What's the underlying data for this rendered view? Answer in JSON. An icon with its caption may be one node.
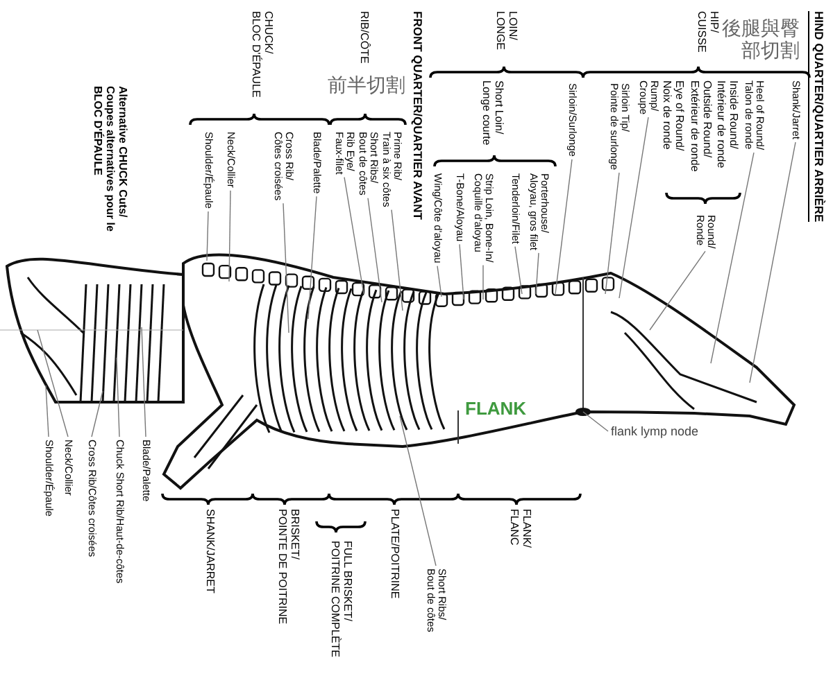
{
  "diagram": {
    "nodes": [
      {
        "text": [
          "Shoulder/Épaule"
        ]
      },
      {
        "text": [
          "Neck/Collier"
        ]
      },
      {
        "text": [
          "Cross Rib/ Côtes croisées"
        ]
      },
      {
        "text": [
          "Blade/Palette"
        ]
      },
      {
        "text": [
          "Rib Eye/ Faux-filet"
        ]
      },
      {
        "text": [
          "Short Ribs/ Bout de côtes"
        ]
      },
      {
        "text": [
          "Prime Rib/ Train à six côtes"
        ]
      },
      {
        "text": [
          "Wing/Côte d'aloyau"
        ]
      },
      {
        "text": [
          "T-Bone/Aloyau"
        ]
      },
      {
        "text": [
          "Strip Loin, Bone-In/ Coquille d'aloyau"
        ]
      },
      {
        "text": [
          "Tenderloin/Filet"
        ]
      },
      {
        "text": [
          "Porterhouse/ Aloyau, gros filet"
        ]
      },
      {
        "text": [
          "Sirloin/Surlonge"
        ]
      },
      {
        "text": [
          "Sirloin Tip/ Pointe de surlonge"
        ]
      },
      {
        "text": [
          "Rump/ Croupe"
        ]
      },
      {
        "text": [
          "Heel of Round/ Talon de ronde"
        ]
      },
      {
        "text": [
          "Shank/Jarret"
        ]
      },
      {
        "text": [
          "Round/ Ronde"
        ]
      },
      {
        "text": [
          "Shoulder/Épaule"
        ]
      },
      {
        "text": [
          "Neck/Collier"
        ]
      },
      {
        "text": [
          "Cross Rib/Côtes croisées"
        ]
      },
      {
        "text": [
          "Chuck Short Rib/Haut-de-côtes"
        ]
      },
      {
        "text": [
          "Blade/Palette"
        ]
      },
      {
        "text": [
          "Short Ribs/ Bout de côtes"
        ]
      },
      {
        "text": [
          "flank lymp node"
        ]
      }
    ],
    "edges": [
      {
        "from": 0,
        "to": null,
        "arrow": "none"
      },
      {
        "from": 1,
        "to": null,
        "arrow": "none"
      },
      {
        "from": 2,
        "to": null,
        "arrow": "none"
      },
      {
        "from": 3,
        "to": null,
        "arrow": "none"
      },
      {
        "from": 4,
        "to": null,
        "arrow": "none"
      },
      {
        "from": 5,
        "to": null,
        "arrow": "none"
      },
      {
        "from": 6,
        "to": null,
        "arrow": "none"
      },
      {
        "from": 7,
        "to": null,
        "arrow": "none"
      },
      {
        "from": 8,
        "to": null,
        "arrow": "none"
      },
      {
        "from": 9,
        "to": null,
        "arrow": "none"
      },
      {
        "from": 10,
        "to": null,
        "arrow": "none"
      },
      {
        "from": 11,
        "to": null,
        "arrow": "none"
      },
      {
        "from": 12,
        "to": null,
        "arrow": "none"
      },
      {
        "from": 13,
        "to": null,
        "arrow": "none"
      },
      {
        "from": 14,
        "to": null,
        "arrow": "none"
      },
      {
        "from": 15,
        "to": null,
        "arrow": "none"
      },
      {
        "from": 16,
        "to": null,
        "arrow": "none"
      },
      {
        "from": 17,
        "to": null,
        "arrow": "none"
      },
      {
        "from": 18,
        "to": null,
        "arrow": "none"
      },
      {
        "from": 19,
        "to": null,
        "arrow": "none"
      },
      {
        "from": 20,
        "to": null,
        "arrow": "none"
      },
      {
        "from": 21,
        "to": null,
        "arrow": "none"
      },
      {
        "from": 22,
        "to": null,
        "arrow": "none"
      },
      {
        "from": 23,
        "to": null,
        "arrow": "none"
      },
      {
        "from": 24,
        "to": null,
        "arrow": "none"
      }
    ],
    "labels": [
      "Alternative CHUCK Cuts/ Coupes alternatives pour le BLOC D'ÉPAULE",
      "CHUCK/ BLOC D'ÉPAULE",
      "RIB/CÔTE",
      "前半切割",
      "FRONT QUARTER/QUARTIER AVANT",
      "LOIN/ LONGE",
      "Short Loin/ Longe courte",
      "HIP/ CUISSE",
      "後腿與臀部切割",
      "HIND QUARTER/QUARTIER ARRIÈRE",
      "Eye of Round/ Noix de ronde",
      "Outside Round/ Extérieur de ronde",
      "Inside Round/ Intérieur de ronde",
      "FLANK",
      "SHANK/JARRET",
      "BRISKET/ POINTE DE POITRINE",
      "FULL BRISKET/ POITRINE COMPLÈTE",
      "PLATE/POITRINE",
      "FLANK/ FLANC"
    ]
  }
}
